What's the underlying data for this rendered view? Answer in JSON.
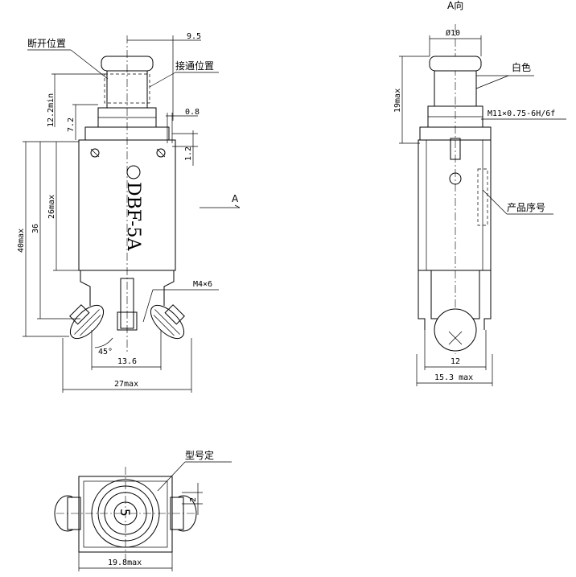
{
  "view_label_a": "A向",
  "arrow_label_a": "A",
  "callouts": {
    "open_position": "断开位置",
    "closed_position": "接通位置",
    "white_color": "白色",
    "serial_number": "产品序号",
    "model_number": "型号定"
  },
  "front_view": {
    "product_marking": "DBF-5A",
    "dim_top_width": "9.5",
    "dim_12_2min": "12.2min",
    "dim_7_2": "7.2",
    "dim_0_8": "0.8",
    "dim_1_2": "1.2",
    "dim_40max": "40max",
    "dim_36": "36",
    "dim_26max": "26max",
    "dim_screw": "M4×6",
    "dim_angle": "45°",
    "dim_13_6": "13.6",
    "dim_27max": "27max"
  },
  "side_view": {
    "dim_dia10": "Ø10",
    "dim_19max": "19max",
    "dim_thread": "M11×0.75-6H/6f",
    "dim_12": "12",
    "dim_15_3max": "15.3 max"
  },
  "bottom_view": {
    "number": "5",
    "dim_2": "2",
    "dim_19_8max": "19.8max"
  }
}
